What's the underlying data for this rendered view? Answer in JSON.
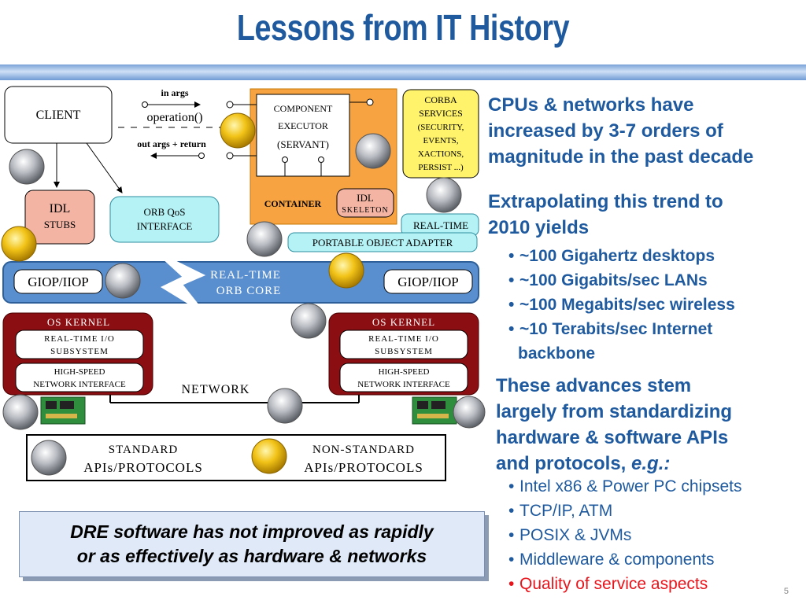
{
  "title": "Lessons from IT History",
  "diagram": {
    "client": "CLIENT",
    "in_args": "in args",
    "operation": "operation()",
    "out_args": "out args + return",
    "component": "COMPONENT",
    "executor": "EXECUTOR",
    "servant": "(SERVANT)",
    "corba1": "CORBA",
    "corba2": "SERVICES",
    "corba3": "(SECURITY,",
    "corba4": "EVENTS,",
    "corba5": "XACTIONS,",
    "corba6": "PERSIST ...)",
    "container": "CONTAINER",
    "idl_skel1": "IDL",
    "idl_skel2": "SKELETON",
    "idl_stubs1": "IDL",
    "idl_stubs2": "STUBS",
    "qos1": "ORB QoS",
    "qos2": "INTERFACE",
    "rt_label": "REAL-TIME",
    "poa": "PORTABLE OBJECT ADAPTER",
    "giop": "GIOP/IIOP",
    "rtorb1": "REAL-TIME",
    "rtorb2": "ORB CORE",
    "os_kernel": "OS KERNEL",
    "rtio1": "REAL-TIME I/O",
    "rtio2": "SUBSYSTEM",
    "hs1": "HIGH-SPEED",
    "hs2": "NETWORK INTERFACE",
    "network": "NETWORK",
    "std1": "STANDARD",
    "std2": "APIs/PROTOCOLS",
    "nstd1": "NON-STANDARD",
    "nstd2": "APIs/PROTOCOLS"
  },
  "right": {
    "p1": [
      "CPUs & networks have",
      "increased by 3-7 orders of",
      "magnitude in the past decade"
    ],
    "p2": [
      "Extrapolating this trend to",
      "2010 yields"
    ],
    "bullets1": [
      "~100 Gigahertz desktops",
      "~100 Gigabits/sec LANs",
      "~100 Megabits/sec wireless",
      "~10 Terabits/sec Internet",
      "backbone"
    ],
    "p3": [
      "These advances stem",
      "largely from standardizing",
      "hardware & software APIs",
      "and protocols,"
    ],
    "eg": "e.g.:",
    "bullets2": [
      "Intel x86 & Power PC chipsets",
      "TCP/IP, ATM",
      "POSIX & JVMs",
      "Middleware & components"
    ],
    "bullet_red": "Quality of service aspects",
    "red_color": "#e8141b"
  },
  "callout": {
    "line1": "DRE software has not improved as rapidly",
    "line2": "or as effectively as hardware & networks"
  },
  "page_number": "5"
}
